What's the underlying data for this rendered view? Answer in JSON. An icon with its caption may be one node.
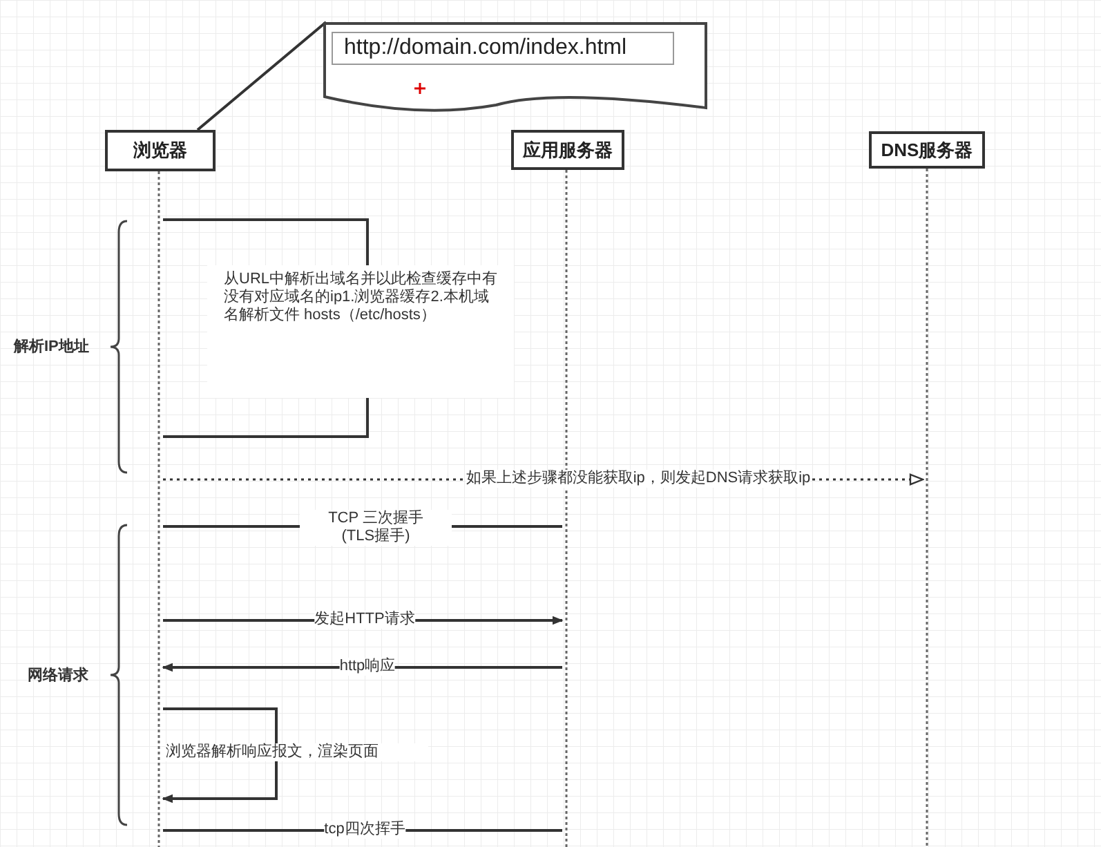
{
  "diagram": {
    "nodes": [
      {
        "text": [
          "浏览器"
        ]
      },
      {
        "text": [
          "应用服务器"
        ]
      },
      {
        "text": [
          "DNS服务器"
        ]
      },
      {
        "text": [
          "http://domain.com/index.html"
        ]
      },
      {
        "text": [],
        "shape": "bar"
      },
      {
        "text": [],
        "shape": "bar"
      },
      {
        "text": [],
        "shape": "bar"
      }
    ],
    "edges": [
      {
        "from": 0,
        "to": 3,
        "arrow": "none"
      },
      {
        "from": 4,
        "to": 4,
        "arrow": "none",
        "label": "从URL中解析出域名并以此检查缓存中有没有对应域名的ip1.浏览器缓存2.本机域名解析文件 hosts（/etc/hosts）"
      },
      {
        "from": 4,
        "to": 6,
        "arrow": "to",
        "style": "dashed",
        "label": "如果上述步骤都没能获取ip，则发起DNS请求获取ip"
      },
      {
        "from": 4,
        "to": 5,
        "arrow": "none",
        "label": "TCP 三次握手 (TLS握手)"
      },
      {
        "from": 4,
        "to": 5,
        "arrow": "to",
        "label": "发起HTTP请求"
      },
      {
        "from": 5,
        "to": 4,
        "arrow": "to",
        "label": "http响应"
      },
      {
        "from": 4,
        "to": 4,
        "arrow": "to",
        "label": "浏览器解析响应报文，渲染页面"
      },
      {
        "from": 4,
        "to": 5,
        "arrow": "none",
        "label": "tcp四次挥手"
      }
    ],
    "labels": [
      "解析IP地址",
      "网络请求"
    ]
  }
}
